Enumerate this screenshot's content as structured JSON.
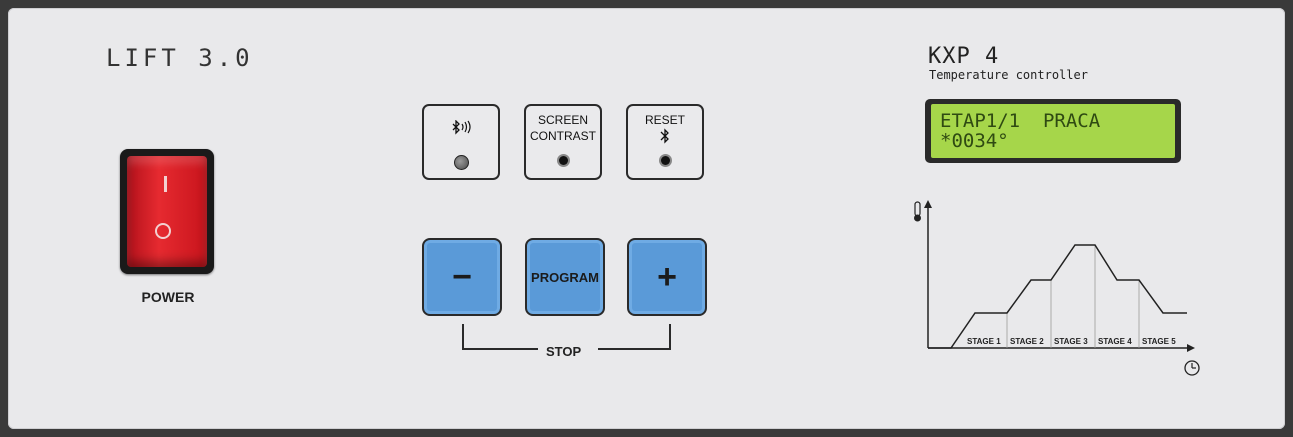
{
  "device": {
    "brand": "LIFT 3.0",
    "model": "KXP 4",
    "model_subtitle": "Temperature controller"
  },
  "power": {
    "label": "POWER",
    "on_symbol": "I",
    "off_symbol": "O"
  },
  "top_buttons": [
    {
      "name": "bluetooth-signal",
      "label": "",
      "icon": "bluetooth-signal-icon",
      "indicator": "led"
    },
    {
      "name": "screen-contrast",
      "label_line1": "SCREEN",
      "label_line2": "CONTRAST",
      "indicator": "pinhole"
    },
    {
      "name": "reset",
      "label": "RESET",
      "icon": "bluetooth-icon",
      "indicator": "pinhole"
    }
  ],
  "control_buttons": {
    "minus": "−",
    "program": "PROGRAM",
    "plus": "+",
    "stop_label": "STOP"
  },
  "lcd": {
    "line1": "ETAP1/1  PRACA",
    "line2": "*0034°"
  },
  "profile_chart": {
    "stages": [
      "STAGE 1",
      "STAGE 2",
      "STAGE 3",
      "STAGE 4",
      "STAGE 5"
    ],
    "y_icon": "thermometer-icon",
    "x_icon": "clock-icon"
  },
  "colors": {
    "panel": "#e9e9eb",
    "button_blue": "#5a9ad8",
    "power_red": "#e62a30",
    "lcd_green": "#a6d64a"
  }
}
